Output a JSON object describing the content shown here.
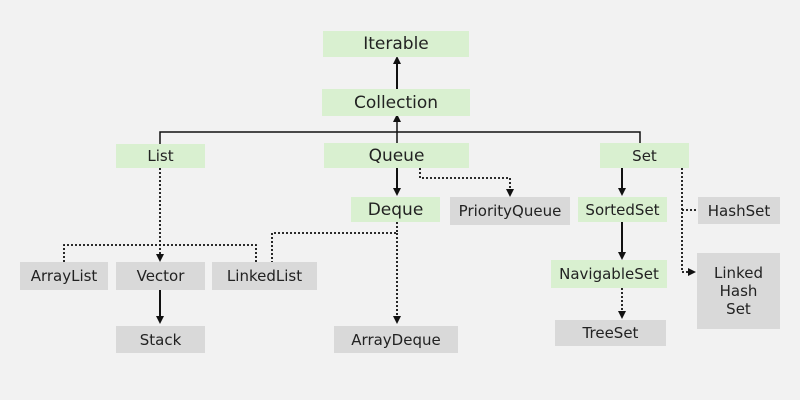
{
  "diagram": {
    "nodes": {
      "iterable": "Iterable",
      "collection": "Collection",
      "list": "List",
      "queue": "Queue",
      "set": "Set",
      "deque": "Deque",
      "priority_queue": "PriorityQueue",
      "sorted_set": "SortedSet",
      "hash_set": "HashSet",
      "navigable_set": "NavigableSet",
      "linked_hash_set": [
        "Linked",
        "Hash",
        "Set"
      ],
      "array_list": "ArrayList",
      "vector": "Vector",
      "linked_list": "LinkedList",
      "stack": "Stack",
      "array_deque": "ArrayDeque",
      "tree_set": "TreeSet"
    },
    "edges": [
      {
        "from": "collection",
        "to": "iterable",
        "style": "extends"
      },
      {
        "from": "list",
        "to": "collection",
        "style": "extends"
      },
      {
        "from": "queue",
        "to": "collection",
        "style": "extends"
      },
      {
        "from": "set",
        "to": "collection",
        "style": "extends"
      },
      {
        "from": "queue",
        "to": "deque",
        "style": "extends"
      },
      {
        "from": "queue",
        "to": "priority_queue",
        "style": "implements"
      },
      {
        "from": "set",
        "to": "sorted_set",
        "style": "extends"
      },
      {
        "from": "set",
        "to": "hash_set",
        "style": "implements"
      },
      {
        "from": "set",
        "to": "linked_hash_set",
        "style": "implements"
      },
      {
        "from": "sorted_set",
        "to": "navigable_set",
        "style": "extends"
      },
      {
        "from": "navigable_set",
        "to": "tree_set",
        "style": "implements"
      },
      {
        "from": "list",
        "to": "array_list",
        "style": "implements"
      },
      {
        "from": "list",
        "to": "vector",
        "style": "implements"
      },
      {
        "from": "list",
        "to": "linked_list",
        "style": "implements"
      },
      {
        "from": "vector",
        "to": "stack",
        "style": "extends"
      },
      {
        "from": "deque",
        "to": "linked_list",
        "style": "implements"
      },
      {
        "from": "deque",
        "to": "array_deque",
        "style": "implements"
      }
    ],
    "colors": {
      "interface_fill": "#d9f0d0",
      "class_fill": "#d9d9d9",
      "background": "#f2f2f2",
      "line": "#111111"
    }
  }
}
